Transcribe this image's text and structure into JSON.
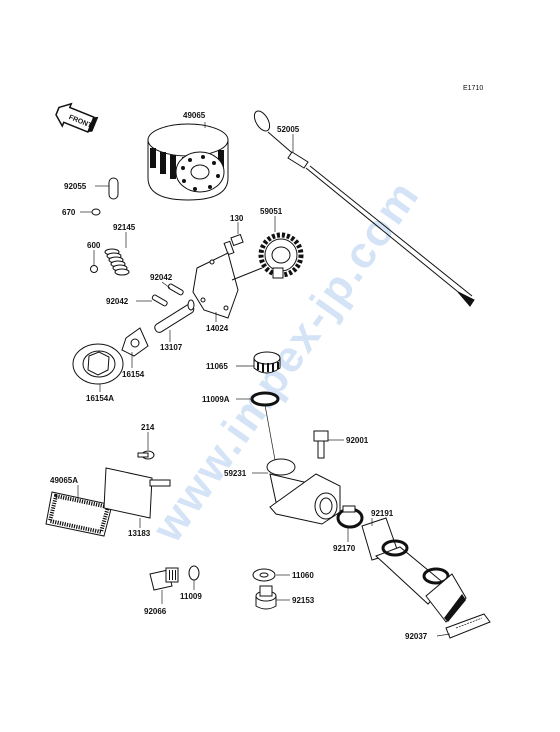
{
  "diagram": {
    "code": "E1710",
    "front_label": "FRONT",
    "watermark": "www.impex-jp.com",
    "parts": [
      {
        "id": "p-49065",
        "number": "49065"
      },
      {
        "id": "p-52005",
        "number": "52005"
      },
      {
        "id": "p-92055",
        "number": "92055"
      },
      {
        "id": "p-670",
        "number": "670"
      },
      {
        "id": "p-92145",
        "number": "92145"
      },
      {
        "id": "p-130",
        "number": "130"
      },
      {
        "id": "p-59051",
        "number": "59051"
      },
      {
        "id": "p-600",
        "number": "600"
      },
      {
        "id": "p-92042a",
        "number": "92042"
      },
      {
        "id": "p-92042b",
        "number": "92042"
      },
      {
        "id": "p-13107",
        "number": "13107"
      },
      {
        "id": "p-14024",
        "number": "14024"
      },
      {
        "id": "p-16154",
        "number": "16154"
      },
      {
        "id": "p-16154A",
        "number": "16154A"
      },
      {
        "id": "p-11065",
        "number": "11065"
      },
      {
        "id": "p-11009A",
        "number": "11009A"
      },
      {
        "id": "p-214",
        "number": "214"
      },
      {
        "id": "p-92001",
        "number": "92001"
      },
      {
        "id": "p-59231",
        "number": "59231"
      },
      {
        "id": "p-49065A",
        "number": "49065A"
      },
      {
        "id": "p-13183",
        "number": "13183"
      },
      {
        "id": "p-92191",
        "number": "92191"
      },
      {
        "id": "p-92170",
        "number": "92170"
      },
      {
        "id": "p-11060",
        "number": "11060"
      },
      {
        "id": "p-11009",
        "number": "11009"
      },
      {
        "id": "p-92153",
        "number": "92153"
      },
      {
        "id": "p-92066",
        "number": "92066"
      },
      {
        "id": "p-92037",
        "number": "92037"
      }
    ]
  }
}
